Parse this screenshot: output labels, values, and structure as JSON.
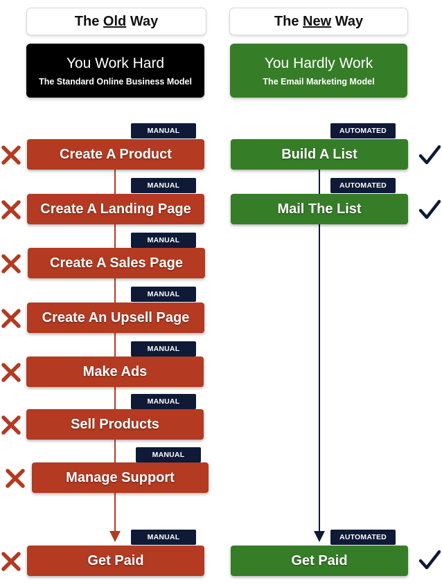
{
  "old": {
    "title": {
      "pre": "The ",
      "key": "Old",
      "post": " Way"
    },
    "header": {
      "main": "You Work Hard",
      "sub": "The Standard Online Business Model"
    },
    "steps": [
      {
        "label": "Create A Product",
        "tag": "MANUAL"
      },
      {
        "label": "Create A Landing Page",
        "tag": "MANUAL"
      },
      {
        "label": "Create A Sales Page",
        "tag": "MANUAL"
      },
      {
        "label": "Create An Upsell Page",
        "tag": "MANUAL"
      },
      {
        "label": "Make Ads",
        "tag": "MANUAL"
      },
      {
        "label": "Sell Products",
        "tag": "MANUAL"
      },
      {
        "label": "Manage Support",
        "tag": "MANUAL"
      },
      {
        "label": "Get Paid",
        "tag": "MANUAL"
      }
    ]
  },
  "new": {
    "title": {
      "pre": "The ",
      "key": "New",
      "post": " Way"
    },
    "header": {
      "main": "You Hardly Work",
      "sub": "The Email Marketing Model"
    },
    "steps": [
      {
        "label": "Build A List",
        "tag": "AUTOMATED"
      },
      {
        "label": "Mail The List",
        "tag": "AUTOMATED"
      },
      {
        "label": "Get Paid",
        "tag": "AUTOMATED"
      }
    ]
  },
  "colors": {
    "old_step": "#b43a22",
    "new_step": "#367d28",
    "old_header": "#000000",
    "new_header": "#367d28",
    "tag": "#0e1a36",
    "cross": "#b43a22",
    "check": "#0e1a36"
  },
  "icons": {
    "old_mark": "cross-icon",
    "new_mark": "check-icon"
  }
}
